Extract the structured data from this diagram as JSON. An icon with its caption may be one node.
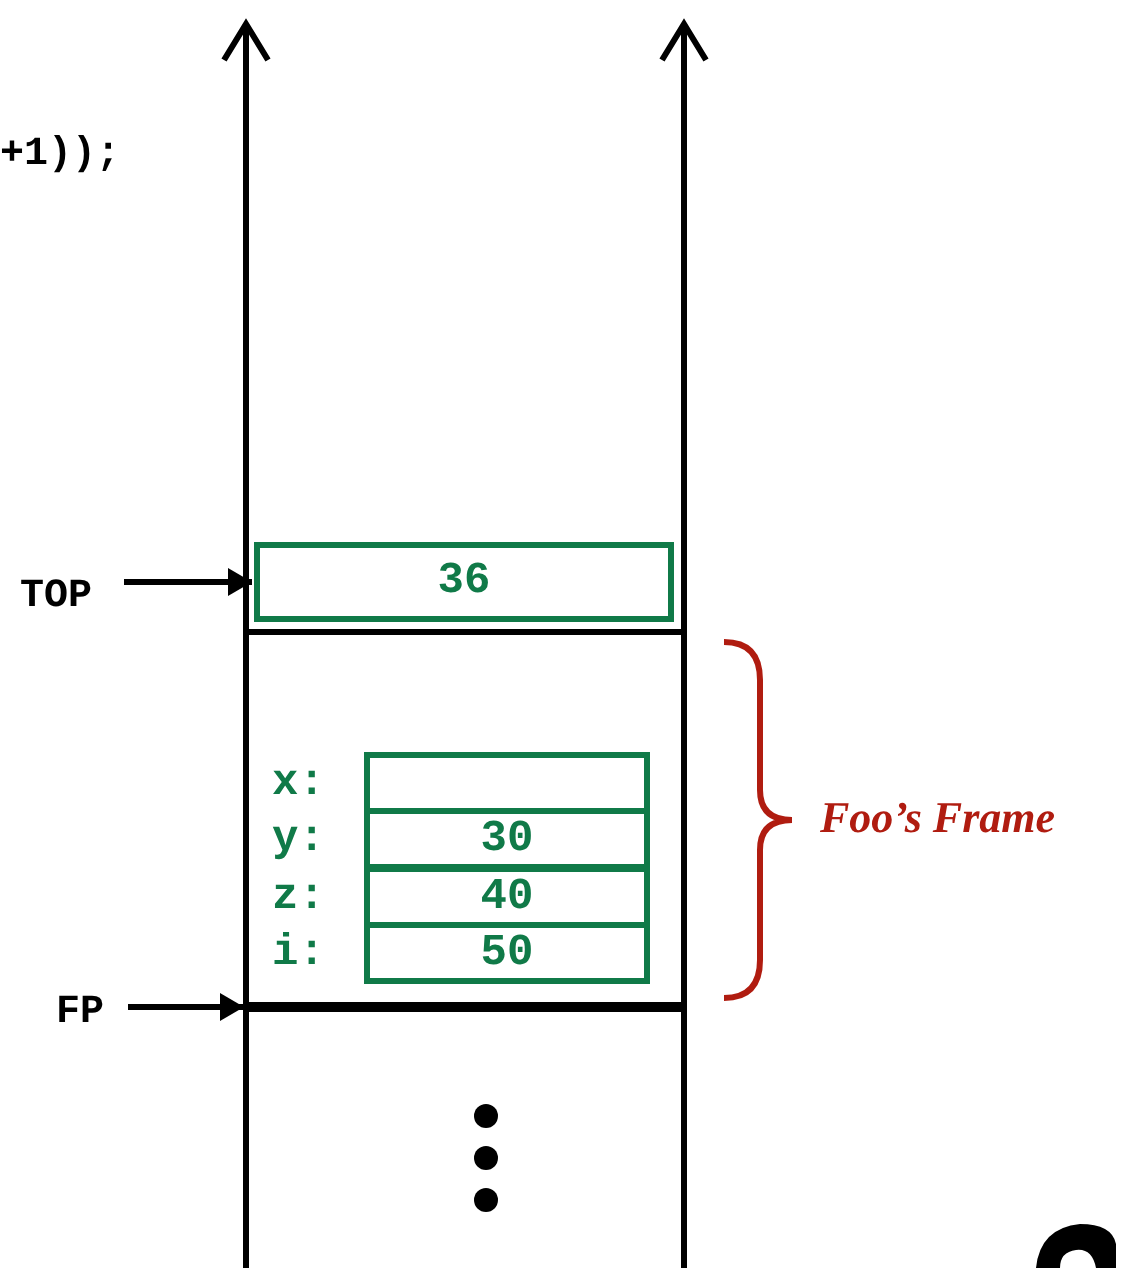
{
  "diagram": {
    "nodes": [
      {
        "text": [
          "TOP"
        ]
      },
      {
        "text": [
          "36"
        ]
      },
      {
        "text": [
          "FP"
        ]
      },
      {
        "text": [],
        "shape": "bar"
      },
      {
        "text": [],
        "shape": "box",
        "beside": [
          "x:"
        ]
      },
      {
        "text": [
          "30"
        ],
        "beside": [
          "y:"
        ]
      },
      {
        "text": [
          "40"
        ],
        "beside": [
          "z:"
        ]
      },
      {
        "text": [
          "50"
        ],
        "beside": [
          "i:"
        ]
      }
    ],
    "edges": [
      {
        "from": 0,
        "to": 1,
        "arrow": "to"
      },
      {
        "from": 2,
        "to": 3,
        "arrow": "to"
      }
    ],
    "labels": [
      "+1));",
      "Foo’s Frame"
    ]
  }
}
